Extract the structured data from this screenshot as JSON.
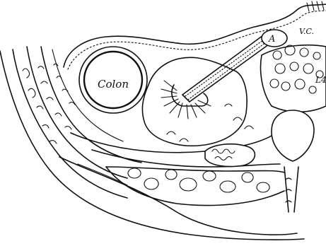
{
  "labels": {
    "colon": "Colon",
    "artery": "A",
    "vena_cava": "V.C.",
    "lumbar": "L4"
  }
}
